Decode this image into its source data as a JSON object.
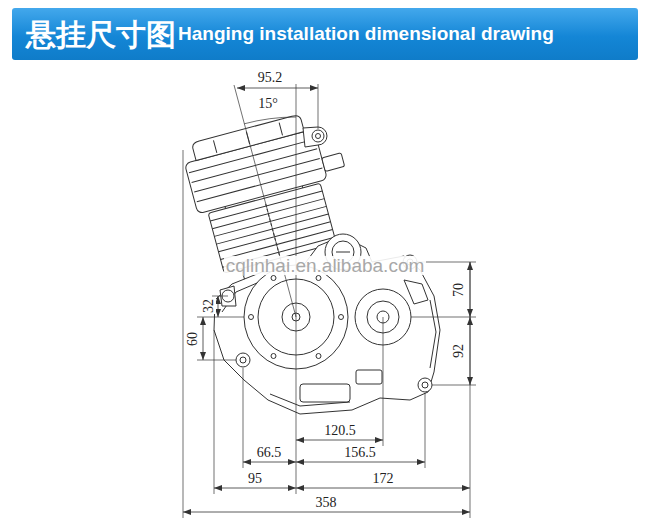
{
  "diagram": {
    "nodes": [
      {
        "text": [
          "悬挂尺寸图",
          "Hanging installation dimensional drawing"
        ]
      }
    ],
    "labels": [
      "95.2",
      "15°",
      "32",
      "60",
      "cqlinhai.en.alibaba.com",
      "70",
      "92",
      "120.5",
      "66.5",
      "156.5",
      "95",
      "172",
      "358"
    ]
  }
}
